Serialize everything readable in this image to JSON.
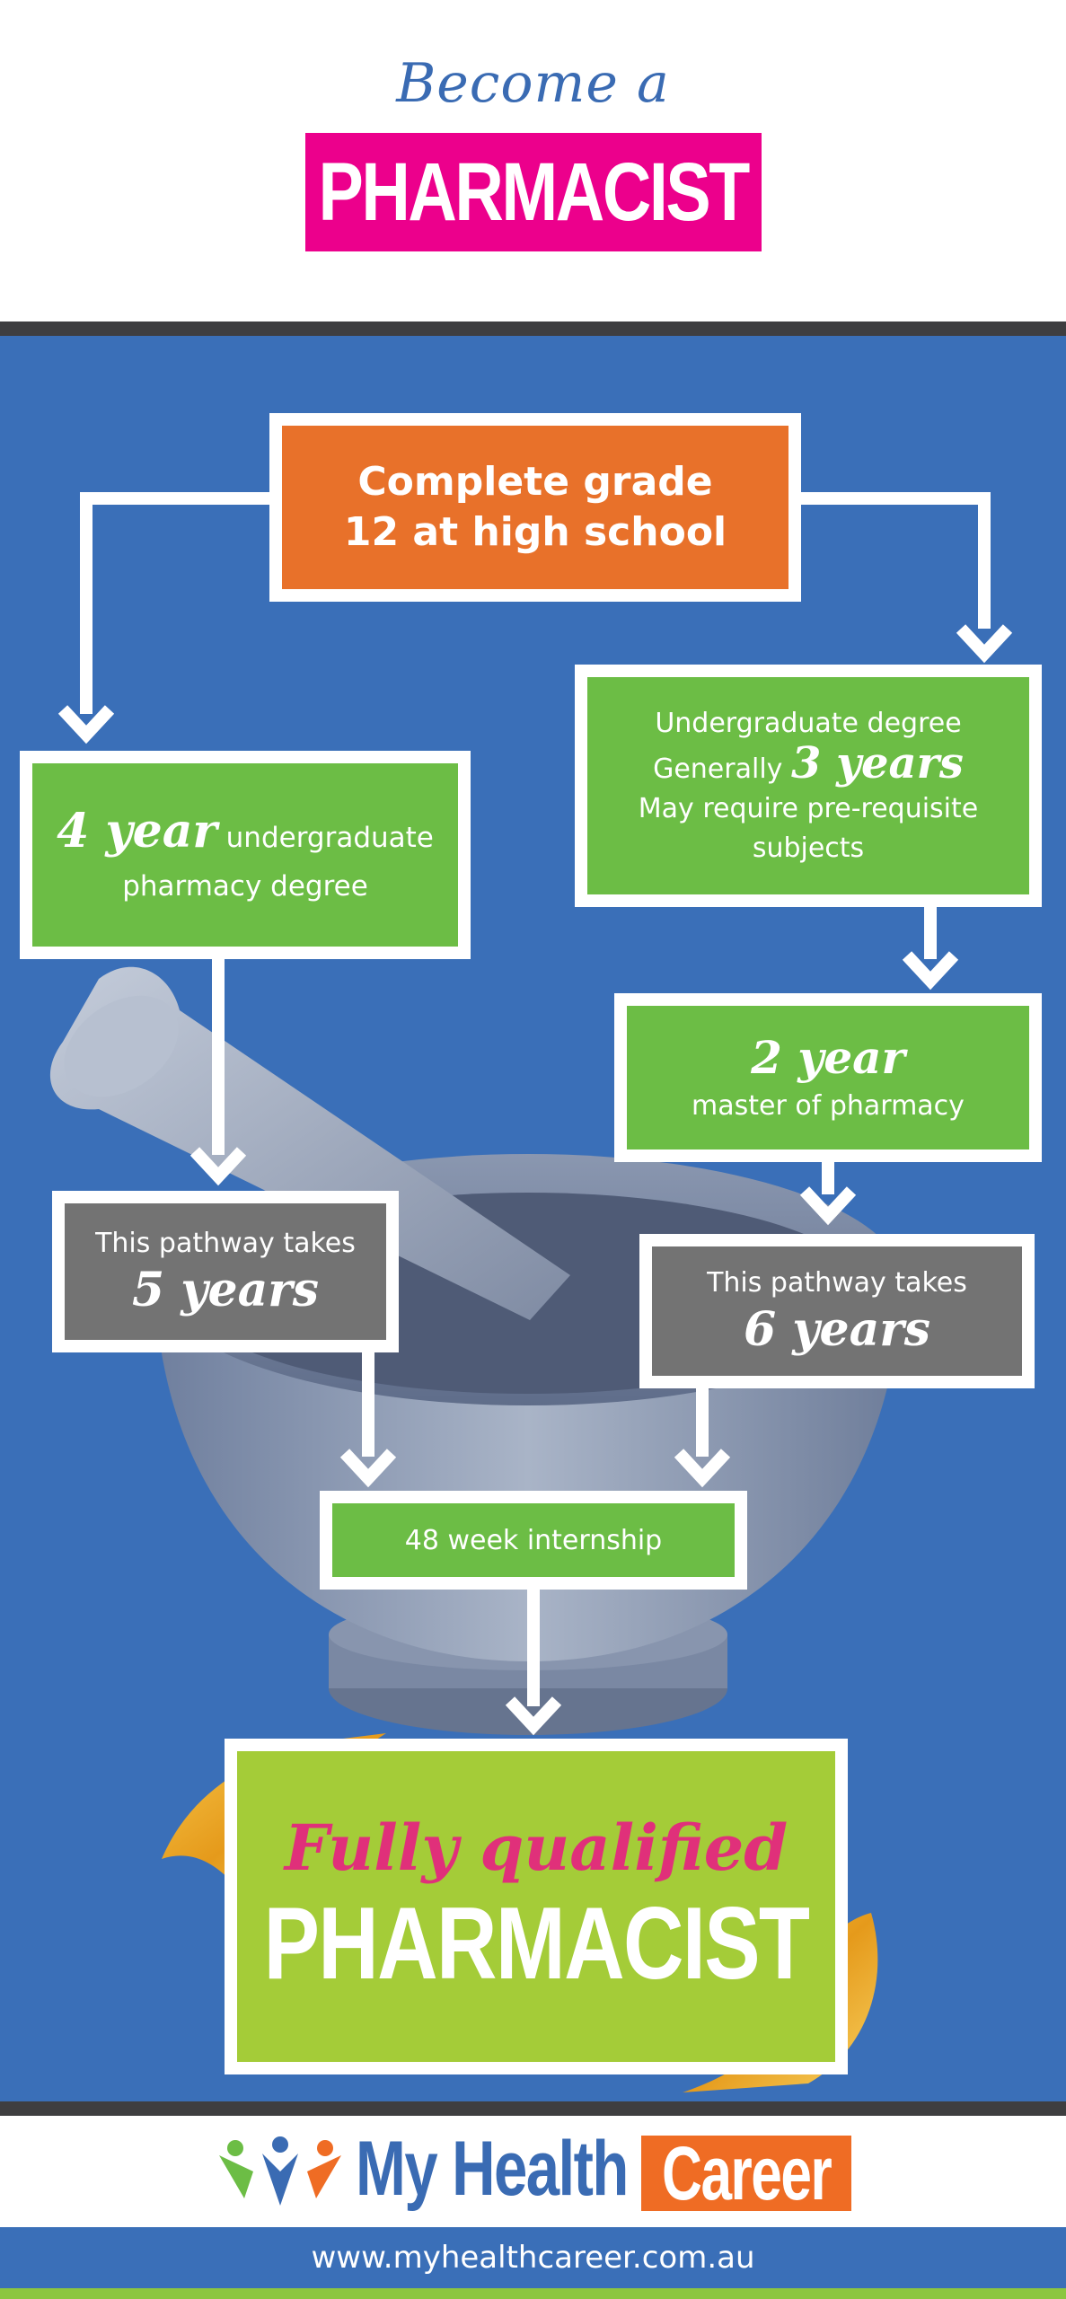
{
  "header": {
    "title_top": "Become a",
    "title_badge": "PHARMACIST"
  },
  "steps": {
    "grade12": {
      "line1": "Complete grade",
      "line2": "12 at high school"
    },
    "four_year": {
      "big": "4 year",
      "rest": " undergraduate",
      "line2": "pharmacy degree"
    },
    "undergrad": {
      "line1": "Undergraduate degree",
      "line2_pre": "Generally ",
      "line2_big": "3 years",
      "line3": "May require pre-requisite",
      "line4": "subjects"
    },
    "two_year": {
      "big": "2 year",
      "line2": "master of pharmacy"
    },
    "pathway5": {
      "line1": "This pathway takes",
      "big": "5 years"
    },
    "pathway6": {
      "line1": "This pathway takes",
      "big": "6 years"
    },
    "internship": {
      "label": "48 week internship"
    },
    "final": {
      "line1": "Fully qualified",
      "line2": "PHARMACIST"
    }
  },
  "footer": {
    "logo_part1": "My Health",
    "logo_part2": "Career",
    "url": "www.myhealthcareer.com.au"
  },
  "colors": {
    "brand_blue": "#3a6fb8",
    "magenta": "#ec008c",
    "orange": "#e8712a",
    "green": "#6cbd45",
    "grey": "#737373",
    "lime": "#a4cc38"
  }
}
